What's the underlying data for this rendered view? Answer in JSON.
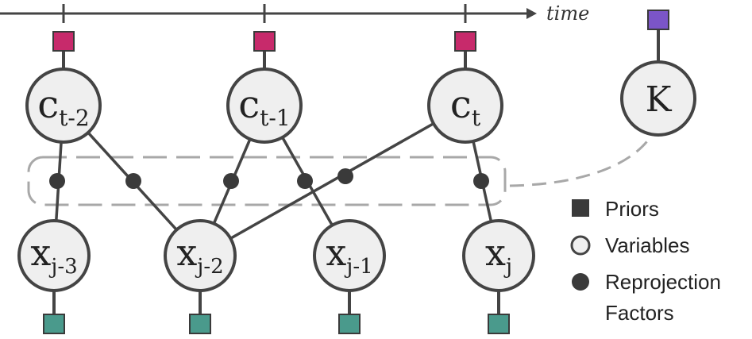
{
  "timeline": {
    "label": "time"
  },
  "colors": {
    "camera_prior": "#c72a6b",
    "point_prior": "#4a9a8c",
    "calib_prior": "#7b55c7",
    "node_fill": "#efefef",
    "stroke": "#444444",
    "dashed": "#a8a8a8"
  },
  "cameras": [
    {
      "main": "c",
      "sub": "t-2"
    },
    {
      "main": "c",
      "sub": "t-1"
    },
    {
      "main": "c",
      "sub": "t"
    }
  ],
  "points": [
    {
      "main": "x",
      "sub": "j-3"
    },
    {
      "main": "x",
      "sub": "j-2"
    },
    {
      "main": "x",
      "sub": "j-1"
    },
    {
      "main": "x",
      "sub": "j"
    }
  ],
  "calibration": {
    "main": "K"
  },
  "legend": {
    "priors": "Priors",
    "variables": "Variables",
    "factors_line1": "Reprojection",
    "factors_line2": "Factors"
  }
}
